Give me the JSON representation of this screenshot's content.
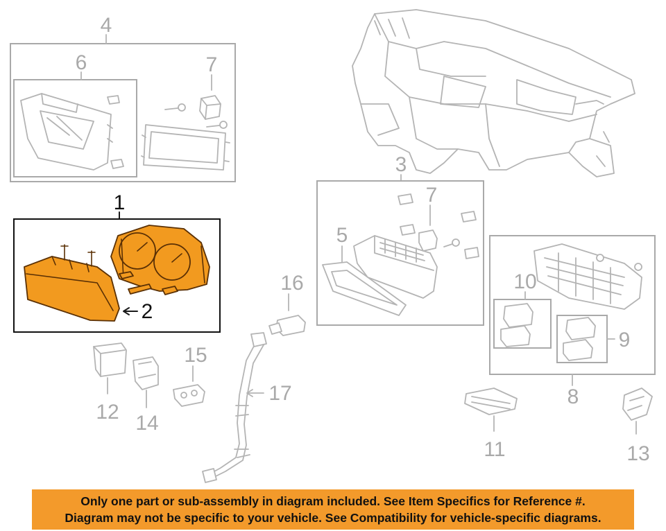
{
  "callouts": {
    "c1": "1",
    "c2": "2",
    "c3": "3",
    "c4": "4",
    "c5": "5",
    "c6": "6",
    "c7a": "7",
    "c7b": "7",
    "c8": "8",
    "c9": "9",
    "c10": "10",
    "c11": "11",
    "c12": "12",
    "c13": "13",
    "c14": "14",
    "c15": "15",
    "c16": "16",
    "c17": "17"
  },
  "highlighted_part": "1",
  "colors": {
    "highlight_fill": "#f29a1f",
    "notice_background": "#f39a2b",
    "line_gray": "#b4b4b4",
    "callout_gray": "#a9a9a9"
  },
  "notice": {
    "line1": "Only one part or sub-assembly in diagram included. See Item Specifics for Reference #.",
    "line2": "Diagram may not be specific to your vehicle. See Compatibility for vehicle-specific diagrams."
  }
}
